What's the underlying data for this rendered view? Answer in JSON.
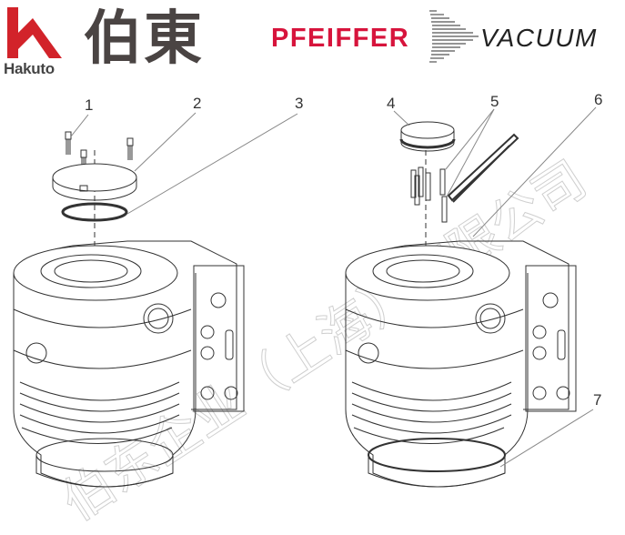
{
  "header": {
    "left_logo": {
      "brand_latin": "Hakuto",
      "brand_cjk": "伯東",
      "color": "#d2232a"
    },
    "right_logo": {
      "brand": "PFEIFFER",
      "sub": "VACUUM",
      "brand_color": "#d7143c"
    }
  },
  "diagram": {
    "type": "exploded-view",
    "callouts": [
      {
        "id": "1",
        "label": "1"
      },
      {
        "id": "2",
        "label": "2"
      },
      {
        "id": "3",
        "label": "3"
      },
      {
        "id": "4",
        "label": "4"
      },
      {
        "id": "5",
        "label": "5"
      },
      {
        "id": "6",
        "label": "6"
      },
      {
        "id": "7",
        "label": "7"
      }
    ]
  },
  "watermark": {
    "text": "伯东企业（上海）有限公司"
  }
}
